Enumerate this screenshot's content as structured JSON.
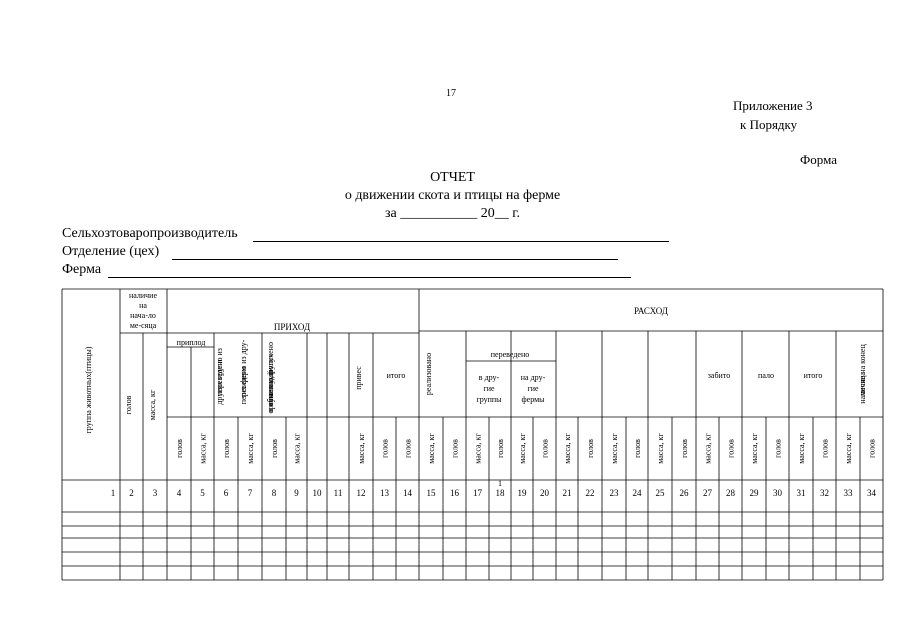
{
  "page_number": "17",
  "appendix": "Приложение 3",
  "order_ref": "к Порядку",
  "form_label": "Форма",
  "title": "ОТЧЕТ",
  "subtitle": "о движении скота и птицы на ферме",
  "period": "за ___________ 20__ г.",
  "fields": {
    "producer": "Сельхозтоваропроизводитель",
    "department": "Отделение (цех)",
    "farm": "Ферма"
  },
  "table": {
    "group_col": "группа животных(птицы)",
    "opening": "наличие на нача-ло ме-сяца",
    "income": "ПРИХОД",
    "expense": "РАСХОД",
    "offspring": "приплод",
    "heads": "голов",
    "mass": "масса, кг",
    "from_groups": "переведено из других групп",
    "from_farms": "переведено из дру-гих ферм",
    "bought": "куплено, получено в обмен у других организаций",
    "gain": "привес",
    "total": "итого",
    "sold": "реализовано",
    "transferred": "переведено",
    "to_groups": "в дру-гие группы",
    "to_farms": "на дру-гие фермы",
    "slaughtered": "забито",
    "fell": "пало",
    "closing": "наличие на конец месяца",
    "col_numbers": [
      "1",
      "2",
      "3",
      "4",
      "5",
      "6",
      "7",
      "8",
      "9",
      "10",
      "11",
      "12",
      "13",
      "14",
      "15",
      "16",
      "17",
      "18",
      "19",
      "20",
      "21",
      "22",
      "23",
      "24",
      "25",
      "26",
      "27",
      "28",
      "29",
      "30",
      "31",
      "32",
      "33",
      "34"
    ],
    "row18_stray": "1"
  }
}
